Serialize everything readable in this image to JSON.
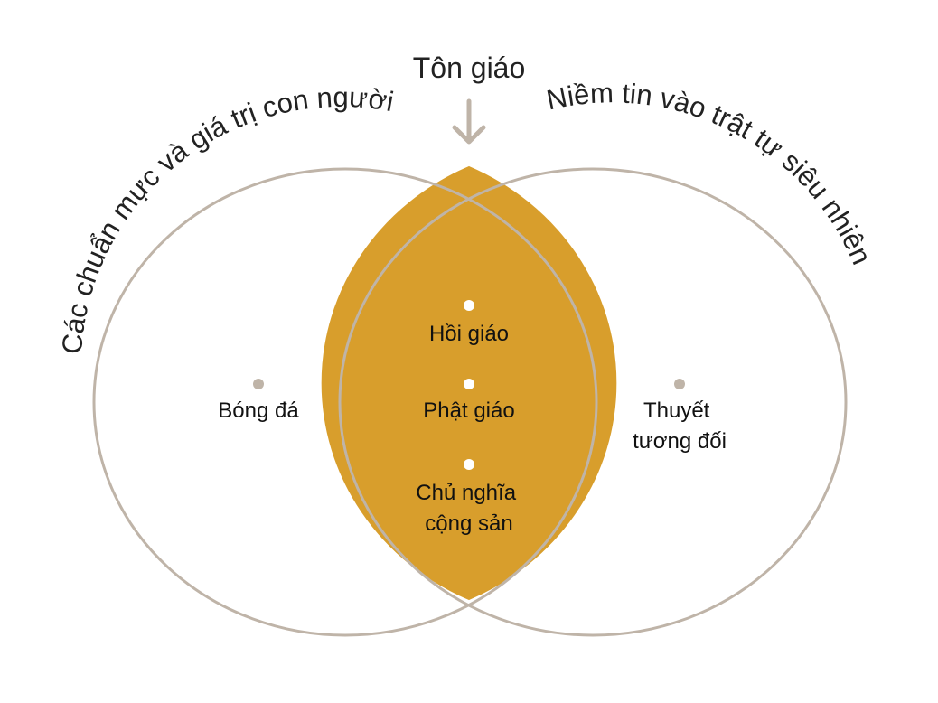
{
  "title": "Tôn giáo",
  "left_circle_label": "Các chuẩn mực và giá trị con người",
  "right_circle_label": "Niềm tin vào trật tự siêu nhiên",
  "left_items": [
    "Bóng đá"
  ],
  "right_items": [
    [
      "Thuyết",
      "tương đối"
    ]
  ],
  "center_items": [
    [
      "Hồi giáo"
    ],
    [
      "Phật giáo"
    ],
    [
      "Chủ nghĩa",
      "cộng sản"
    ]
  ],
  "colors": {
    "circle_stroke": "#BFB4A8",
    "intersection_fill": "#D89E2C",
    "arrow": "#BFB4A8",
    "side_dot": "#BFB4A8",
    "center_dot": "#FFFFFF"
  }
}
